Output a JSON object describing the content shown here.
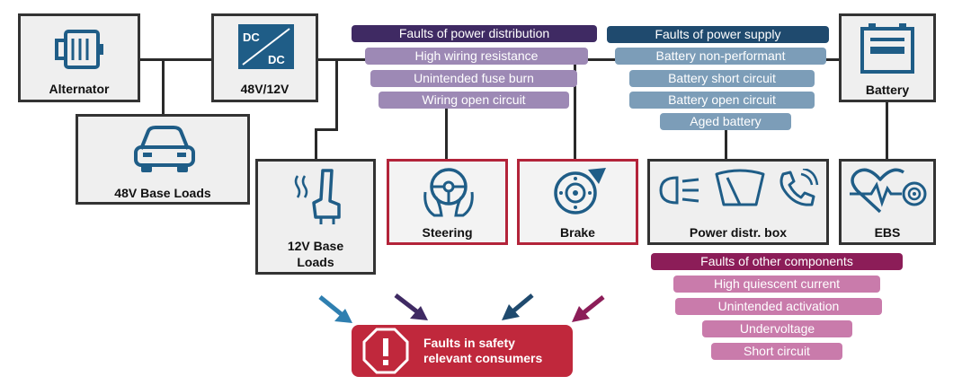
{
  "components": {
    "alternator": "Alternator",
    "dcdc": "48V/12V",
    "dcdc_top": "DC",
    "dcdc_bottom": "DC",
    "base48": "48V Base Loads",
    "base12_line1": "12V Base",
    "base12_line2": "Loads",
    "steering": "Steering",
    "brake": "Brake",
    "power_box": "Power distr. box",
    "battery": "Battery",
    "ebs": "EBS"
  },
  "fault_groups": {
    "distribution": {
      "title": "Faults of power distribution",
      "items": [
        "High wiring resistance",
        "Unintended fuse burn",
        "Wiring open circuit"
      ],
      "title_color": "#3f2a63",
      "item_color": "#9d89b5"
    },
    "supply": {
      "title": "Faults of power supply",
      "items": [
        "Battery non-performant",
        "Battery short circuit",
        "Battery open circuit",
        "Aged battery"
      ],
      "title_color": "#1f4a6e",
      "item_color": "#7c9db8"
    },
    "other": {
      "title": "Faults of other components",
      "items": [
        "High quiescent current",
        "Unintended activation",
        "Undervoltage",
        "Short circuit"
      ],
      "title_color": "#8c1d58",
      "item_color": "#c97bab"
    }
  },
  "safety": {
    "line1": "Faults in safety",
    "line2": "relevant consumers",
    "color": "#c0283c"
  },
  "arrow_colors": [
    "#2f7fb0",
    "#3f2a63",
    "#1f4a6e",
    "#8c1d58"
  ]
}
